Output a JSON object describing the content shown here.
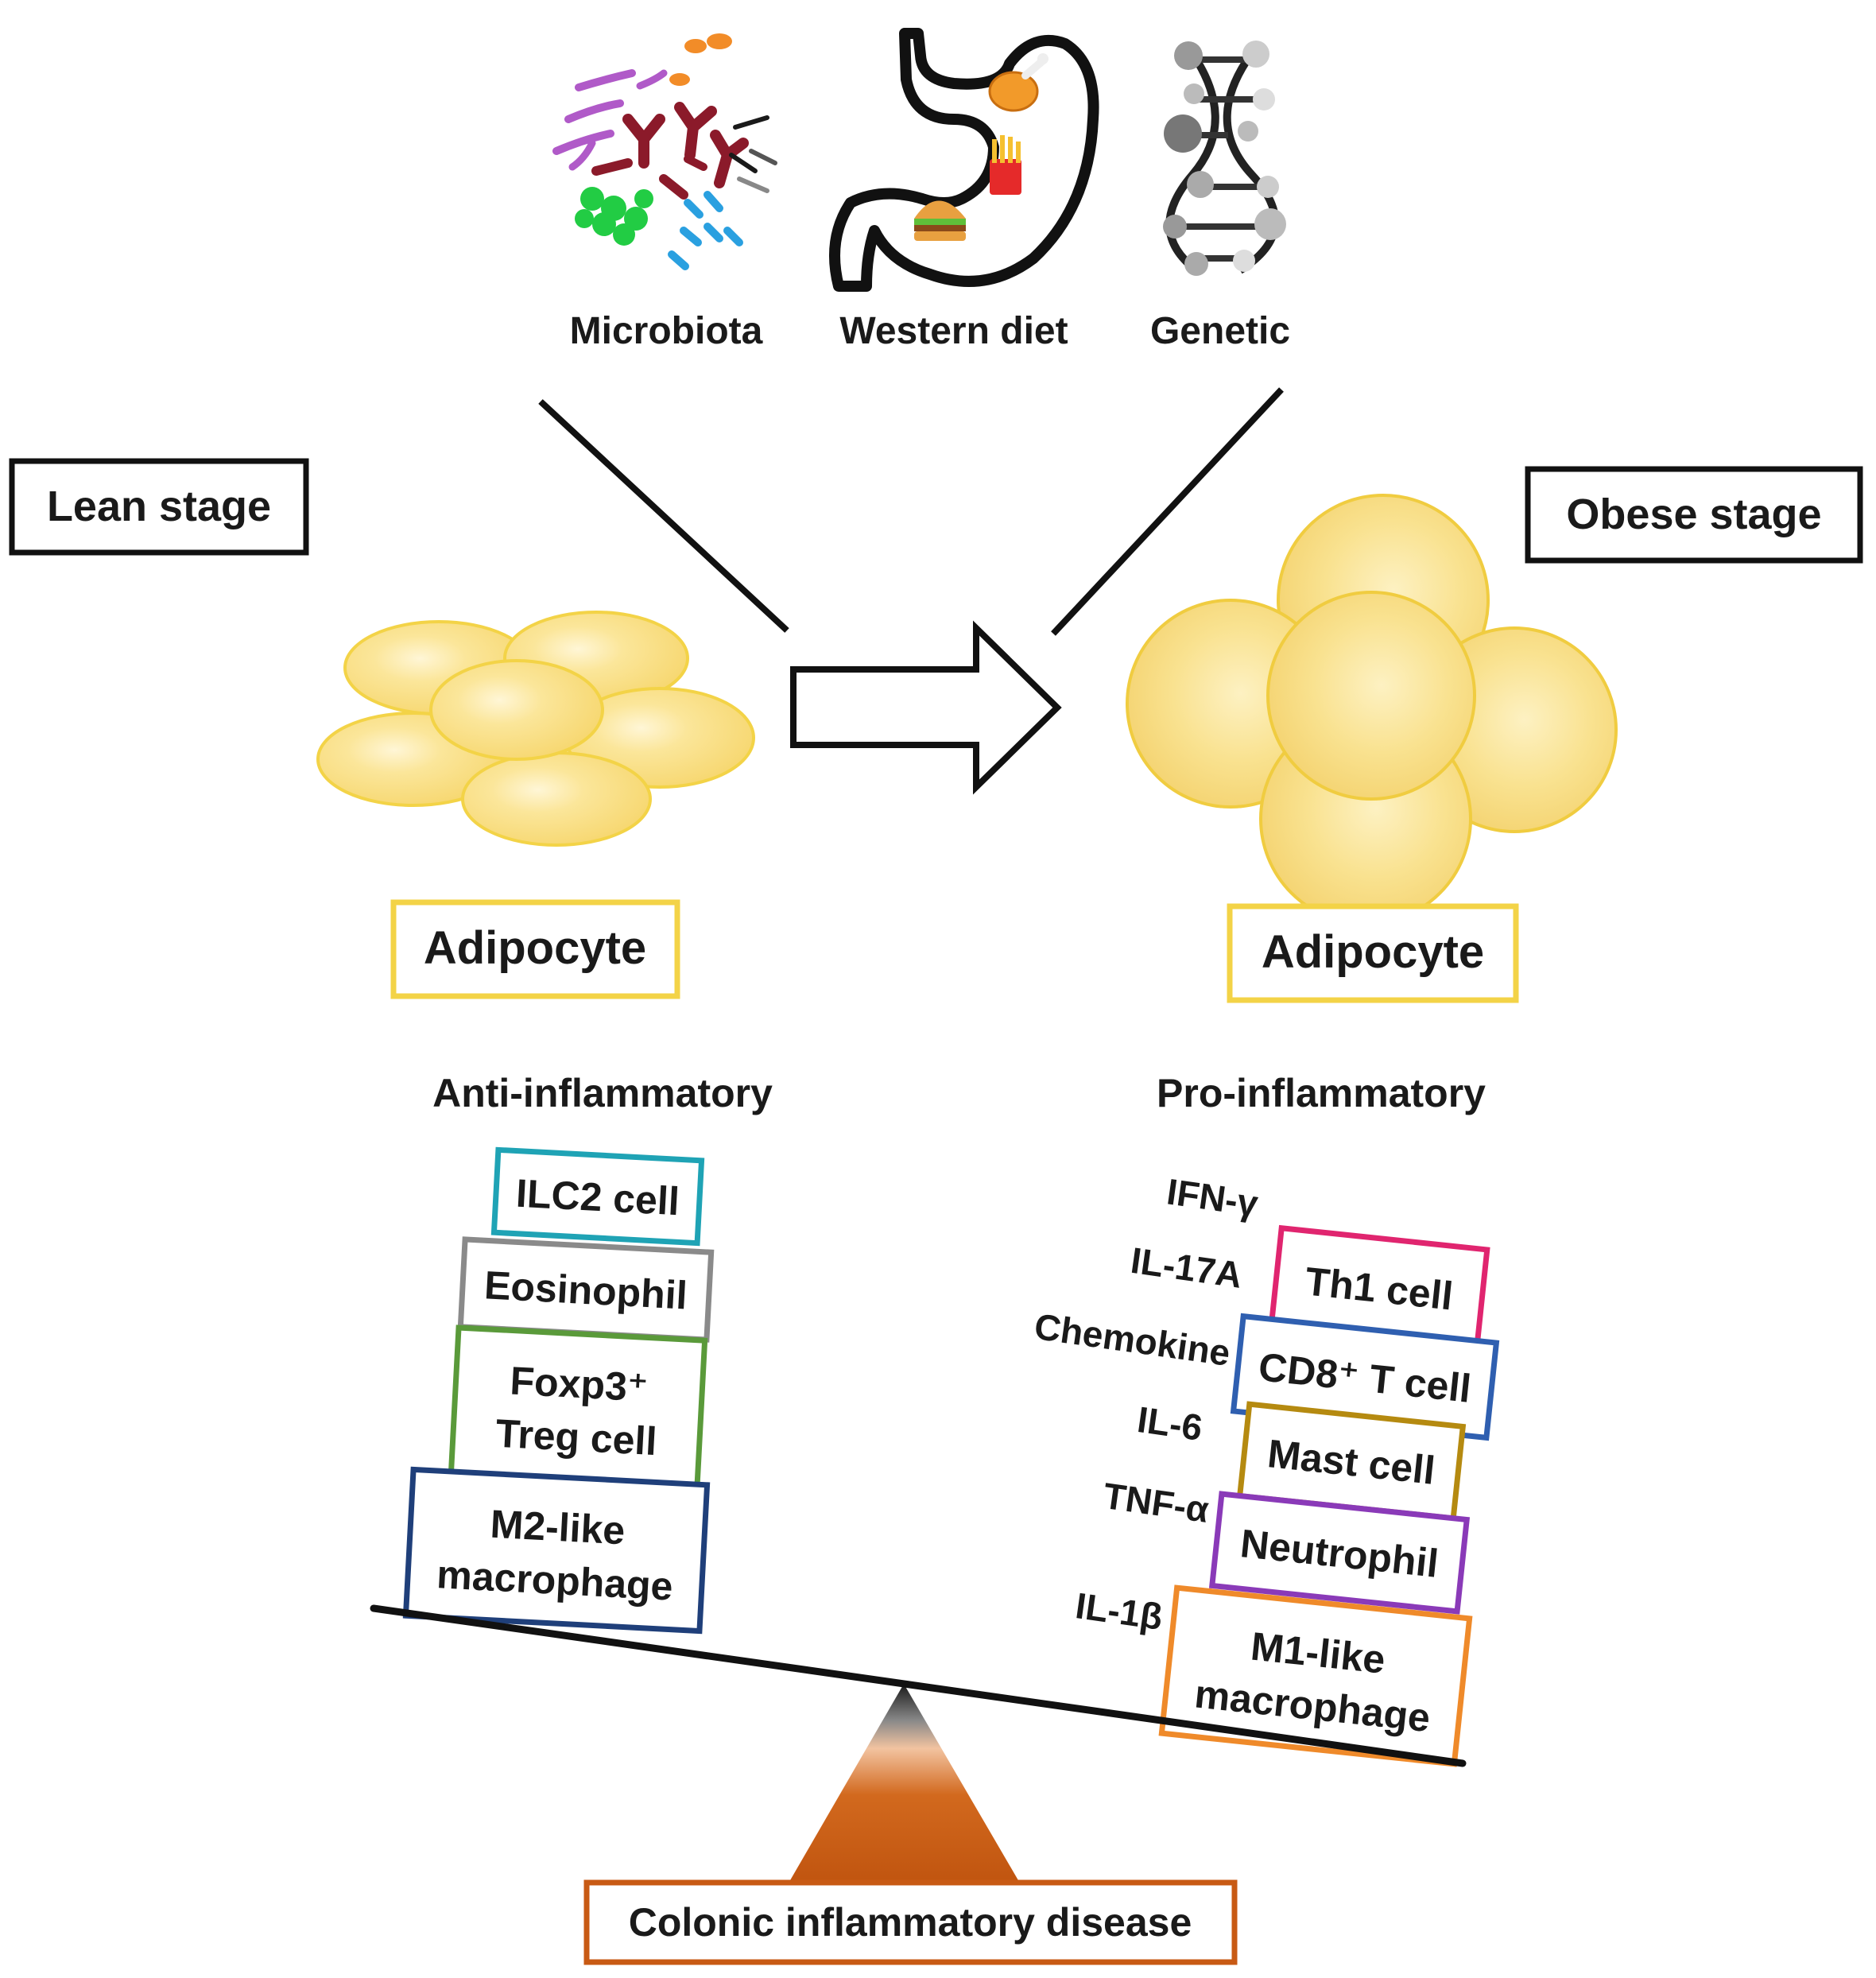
{
  "factors": [
    {
      "label": "Microbiota",
      "icon": "bacteria-icon"
    },
    {
      "label": "Western diet",
      "icon": "stomach-food-icon"
    },
    {
      "label": "Genetic",
      "icon": "dna-icon"
    }
  ],
  "stages": {
    "lean": "Lean stage",
    "obese": "Obese stage"
  },
  "adipocyte": {
    "left": "Adipocyte",
    "right": "Adipocyte"
  },
  "sides": {
    "anti": "Anti-inflammatory",
    "pro": "Pro-inflammatory"
  },
  "anti_cells": [
    {
      "lines": [
        "ILC2 cell"
      ],
      "color": "#1fa3b5"
    },
    {
      "lines": [
        "Eosinophil"
      ],
      "color": "#8a8a8a"
    },
    {
      "lines": [
        "Foxp3⁺",
        "Treg cell"
      ],
      "color": "#5a9a3a"
    },
    {
      "lines": [
        "M2-like",
        "macrophage"
      ],
      "color": "#1f3f7a"
    }
  ],
  "pro_cells": [
    {
      "lines": [
        "Th1 cell"
      ],
      "color": "#e0256f"
    },
    {
      "lines": [
        "CD8⁺ T cell"
      ],
      "color": "#2f5fb0"
    },
    {
      "lines": [
        "Mast cell"
      ],
      "color": "#b58a10"
    },
    {
      "lines": [
        "Neutrophil"
      ],
      "color": "#8a3ab8"
    },
    {
      "lines": [
        "M1-like",
        "macrophage"
      ],
      "color": "#ef8a2a"
    }
  ],
  "cytokines": [
    "IFN-γ",
    "IL-17A",
    "Chemokine",
    "IL-6",
    "TNF-α",
    "IL-1β"
  ],
  "disease": "Colonic inflammatory disease",
  "colors": {
    "adipocyte_border": "#f3d347",
    "adipocyte_fill": "#f8db7a",
    "fulcrum": "#c85a14",
    "disease_border": "#c85a14"
  }
}
